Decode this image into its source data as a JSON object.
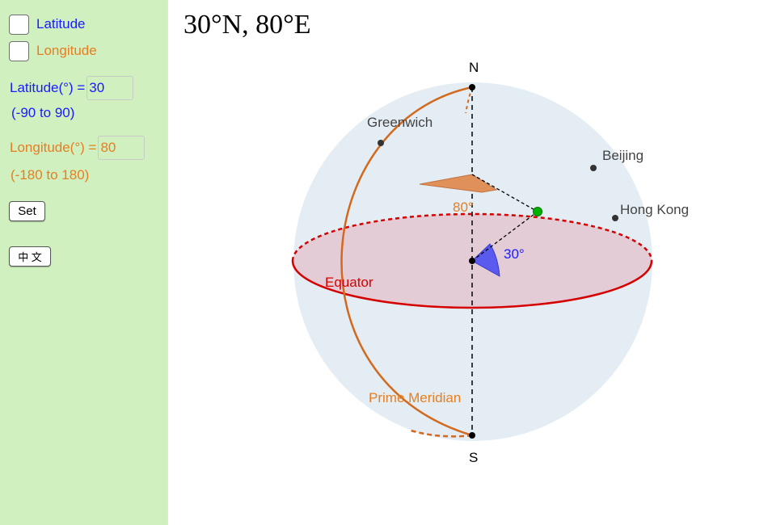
{
  "sidebar": {
    "latitude_toggle_label": "Latitude",
    "longitude_toggle_label": "Longitude",
    "latitude_field_label": "Latitude(°) =",
    "latitude_value": "30",
    "latitude_range": "(-90 to 90)",
    "longitude_field_label": "Longitude(°) =",
    "longitude_value": "80",
    "longitude_range": "(-180 to 180)",
    "set_button_label": "Set",
    "language_button_label": "中 文"
  },
  "canvas": {
    "title": "30°N, 80°E",
    "labels": {
      "north": "N",
      "south": "S",
      "greenwich": "Greenwich",
      "beijing": "Beijing",
      "hong_kong": "Hong Kong",
      "equator": "Equator",
      "prime_meridian": "Prime Meridian",
      "longitude_angle": "80°",
      "latitude_angle": "30°"
    }
  },
  "colors": {
    "latitude": "#1a1aff",
    "longitude": "#e67e22",
    "equator": "#d50000",
    "sphere": "#e3edf3",
    "sidebar_bg": "#d0f0c0",
    "point": "#00b000"
  }
}
